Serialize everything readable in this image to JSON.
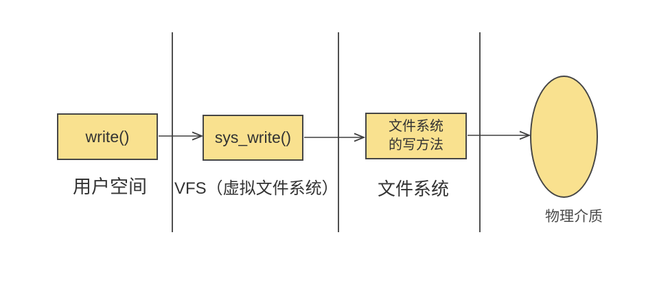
{
  "diagram": {
    "nodes": {
      "write_box": {
        "label": "write()"
      },
      "sys_write_box": {
        "label": "sys_write()"
      },
      "fs_method_box": {
        "line1": "文件系统",
        "line2": "的写方法"
      }
    },
    "zone_labels": {
      "user_space": "用户空间",
      "vfs": "VFS（虚拟文件系统）",
      "file_system": "文件系统",
      "physical_medium": "物理介质"
    },
    "colors": {
      "node_fill": "#F9E18F",
      "node_border": "#454545",
      "separator_line": "#4F4F4F",
      "arrow": "#3F3F3F",
      "text": "#333333",
      "background": "#FFFFFF"
    }
  }
}
